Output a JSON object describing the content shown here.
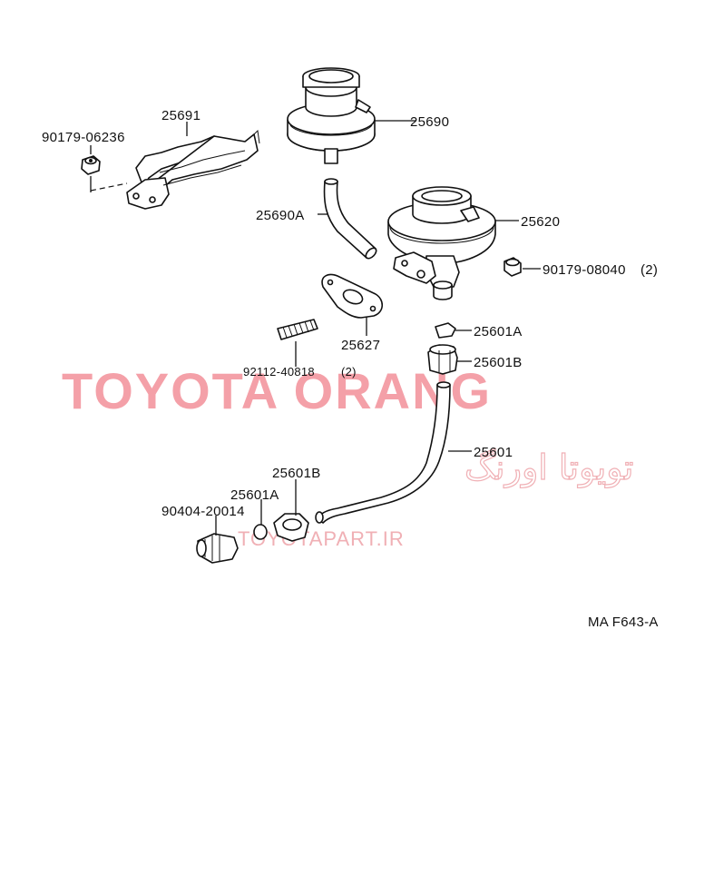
{
  "parts": {
    "p_90179_06236": "90179-06236",
    "p_25691": "25691",
    "p_25690": "25690",
    "p_25690A": "25690A",
    "p_25620": "25620",
    "p_90179_08040": "90179-08040",
    "p_90179_08040_qty": "(2)",
    "p_25627": "25627",
    "p_25601A_top": "25601A",
    "p_25601B_top": "25601B",
    "p_92112_40818": "92112-40818",
    "p_92112_40818_qty": "(2)",
    "p_25601": "25601",
    "p_25601B_bottom": "25601B",
    "p_25601A_bottom": "25601A",
    "p_90404_20014": "90404-20014"
  },
  "figure_code": "MA F643-A",
  "watermark": {
    "title": "TOYOTA ORANG",
    "persian": "تویوتا اورنگ",
    "url": "TOYOTAPART.IR",
    "color": "#f4a0a8"
  }
}
